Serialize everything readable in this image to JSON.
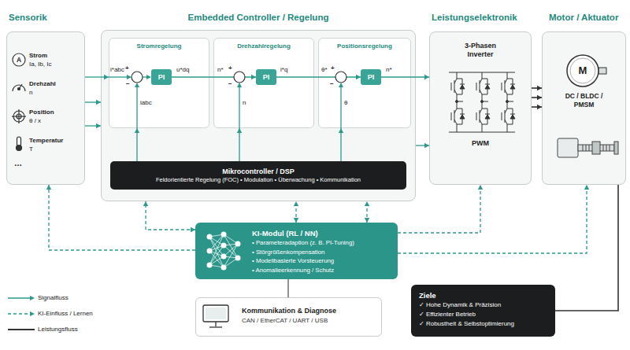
{
  "diagram": {
    "nodes": [
      {
        "text": [
          "Sensorik"
        ]
      },
      {
        "text": [
          "Embedded Controller / Regelung"
        ]
      },
      {
        "text": [
          "Stromregelung"
        ],
        "in": 1
      },
      {
        "text": [
          "PI"
        ],
        "in": 2
      },
      {
        "text": [
          "Drehzahlregelung"
        ],
        "in": 1
      },
      {
        "text": [
          "PI"
        ],
        "in": 4
      },
      {
        "text": [
          "Positionsregelung"
        ],
        "in": 1
      },
      {
        "text": [
          "PI"
        ],
        "in": 6
      },
      {
        "text": [
          "Mikrocontroller / DSP",
          "Feldorientierte Regelung (FOC) • Modulation • Überwachung • Kommunikation"
        ],
        "in": 1
      },
      {
        "text": [
          "Leistungselektronik",
          "3-Phasen Inverter",
          "PWM"
        ]
      },
      {
        "text": [
          "Motor / Aktuator",
          "DC / BLDC / PMSM"
        ]
      },
      {
        "text": [
          "KI-Modul (RL / NN)",
          "• Parameteradaption (z. B. PI-Tuning)",
          "• Störgrößenkompensation",
          "• Modellbasierte Vorsteuerung",
          "• Anomalieerkennung / Schutz"
        ]
      },
      {
        "text": [
          "Kommunikation & Diagnose",
          "CAN / EtherCAT / UART / USB"
        ]
      },
      {
        "text": [
          "Ziele",
          "✓ Hohe Dynamik & Präzision",
          "✓ Effizienter Betrieb",
          "✓ Robustheit & Selbstoptimierung"
        ]
      }
    ],
    "edges": [
      {
        "from": 0,
        "to": 2,
        "arrow": "to"
      },
      {
        "from": 0,
        "to": 1,
        "arrow": "to"
      },
      {
        "from": 0,
        "to": 1,
        "arrow": "to"
      },
      {
        "from": 3,
        "to": 5,
        "arrow": "to"
      },
      {
        "from": 5,
        "to": 7,
        "arrow": "to"
      },
      {
        "from": 7,
        "to": 9,
        "arrow": "to"
      },
      {
        "from": 8,
        "to": 2,
        "arrow": "to"
      },
      {
        "from": 8,
        "to": 4,
        "arrow": "to"
      },
      {
        "from": 8,
        "to": 6,
        "arrow": "to"
      },
      {
        "from": 1,
        "to": 9,
        "arrow": "to"
      },
      {
        "from": 9,
        "to": 10,
        "arrow": "to"
      },
      {
        "from": 9,
        "to": 10,
        "arrow": "to"
      },
      {
        "from": 9,
        "to": 10,
        "arrow": "to"
      },
      {
        "from": 10,
        "to": 13,
        "arrow": "none"
      },
      {
        "from": 11,
        "to": 0,
        "arrow": "to"
      },
      {
        "from": 11,
        "to": 1,
        "arrow": "both"
      },
      {
        "from": 11,
        "to": 1,
        "arrow": "both"
      },
      {
        "from": 11,
        "to": 1,
        "arrow": "both"
      },
      {
        "from": 11,
        "to": 9,
        "arrow": "to"
      },
      {
        "from": 11,
        "to": 10,
        "arrow": "to"
      },
      {
        "from": 11,
        "to": 12,
        "arrow": "none"
      }
    ],
    "labels": [
      "A",
      "Strom",
      "Ia, Ib, Ic",
      "Drehzahl",
      "n",
      "Position",
      "θ / x",
      "Temperatur",
      "T",
      "…",
      "i*abc",
      "+",
      "−",
      "u*dq",
      "n*",
      "+",
      "−",
      "i*q",
      "θ*",
      "+",
      "−",
      "n*",
      "iabc",
      "n",
      "θ",
      "M"
    ],
    "legend": [
      {
        "text": "Signalfluss"
      },
      {
        "text": "KI-Einfluss / Lernen"
      },
      {
        "text": "Leistungsfluss"
      }
    ]
  }
}
